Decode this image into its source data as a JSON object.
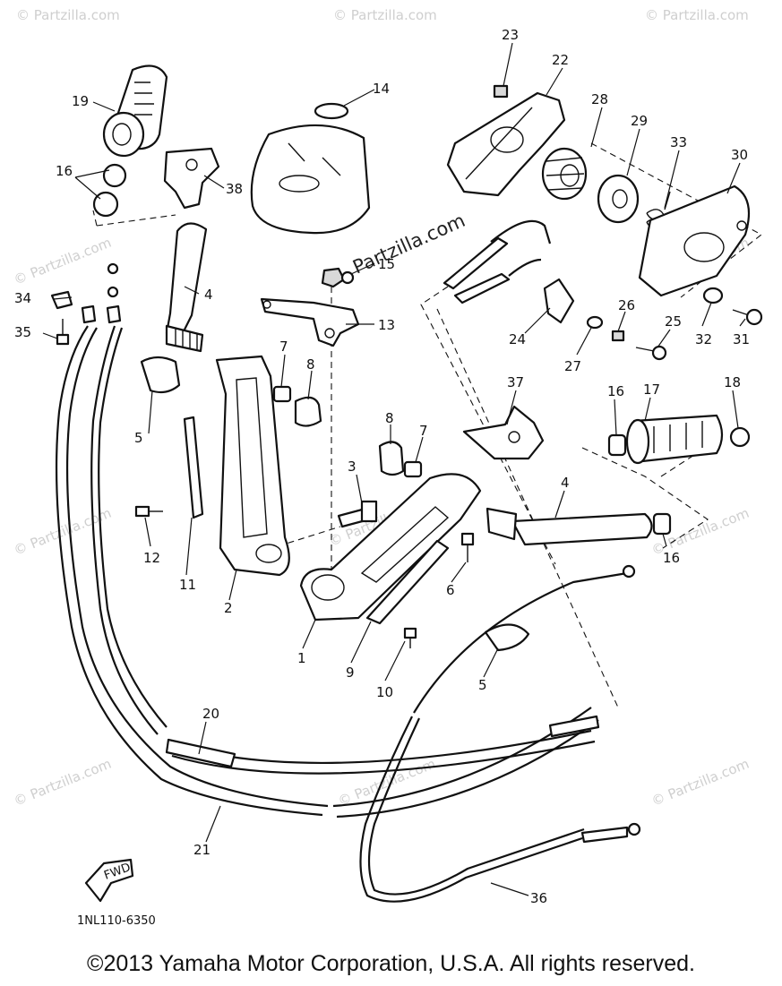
{
  "watermark_text": "© Partzilla.com",
  "center_watermark": "Partzilla.com",
  "callouts": [
    "1",
    "2",
    "3",
    "4",
    "4",
    "5",
    "5",
    "6",
    "7",
    "7",
    "8",
    "8",
    "9",
    "10",
    "11",
    "12",
    "13",
    "14",
    "15",
    "16",
    "16",
    "16",
    "16",
    "17",
    "18",
    "19",
    "20",
    "21",
    "22",
    "23",
    "24",
    "25",
    "26",
    "27",
    "28",
    "29",
    "30",
    "31",
    "32",
    "33",
    "34",
    "35",
    "36",
    "37",
    "38"
  ],
  "fwd_label": "FWD",
  "diagram_code": "1NL110-6350",
  "copyright": "©2013  Yamaha Motor Corporation, U.S.A. All rights reserved."
}
